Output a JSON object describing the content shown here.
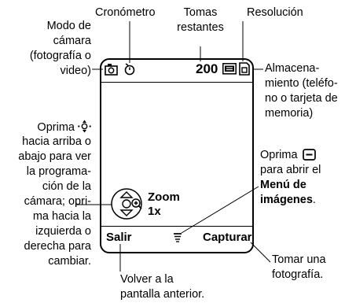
{
  "labels": {
    "cronometro": "Cronómetro",
    "tomas_1": "Tomas",
    "tomas_2": "restantes",
    "resolucion": "Resolución",
    "modo_1": "Modo de",
    "modo_2": "cámara",
    "modo_3": "(fotografía o",
    "modo_4": "video)",
    "alm_1": "Almacena-",
    "alm_2": "miento (teléfo-",
    "alm_3": "no o tarjeta de",
    "alm_4": "memoria)",
    "opr_1_pre": "Oprima",
    "opr_2": "hacia arriba o",
    "opr_3": "abajo para ver",
    "opr_4": "la programa-",
    "opr_5": "ción de la",
    "opr_6": "cámara; opri-",
    "opr_7": "ma hacia la",
    "opr_8": "izquierda o",
    "opr_9": "derecha para",
    "opr_10": "cambiar.",
    "menu_1_pre": "Oprima",
    "menu_2": "para abrir el",
    "menu_3": "Menú de",
    "menu_4_bold": "imágenes",
    "menu_4_end": ".",
    "tomar_1": "Tomar una",
    "tomar_2": "fotografía.",
    "volver_1": "Volver a la",
    "volver_2": "pantalla anterior."
  },
  "screen": {
    "shots_remaining": "200",
    "zoom_label": "Zoom",
    "zoom_value": "1x",
    "left_soft_key": "Salir",
    "right_soft_key": "Capturar"
  },
  "icons": {
    "camera_mode": "camera-mode-icon",
    "timer": "timer-icon",
    "resolution": "resolution-icon",
    "storage": "storage-icon",
    "nav_key": "nav-key-icon",
    "zoom_nav": "zoom-nav-icon",
    "menu": "menu-icon",
    "menu_key": "menu-key-icon"
  }
}
